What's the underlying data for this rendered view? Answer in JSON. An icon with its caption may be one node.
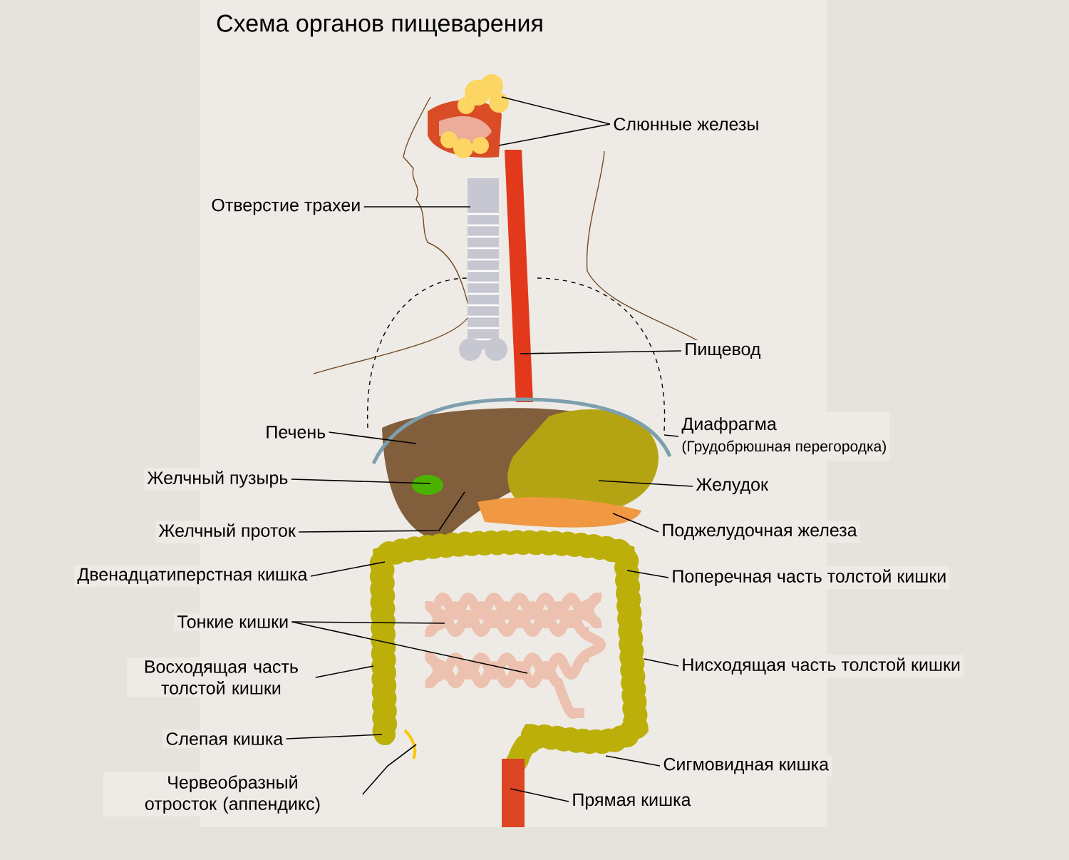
{
  "diagram": {
    "title": "Схема органов пищеварения",
    "nodes": [
      {
        "text": [
          "Слюнные железы"
        ]
      },
      {
        "text": [
          "Отверстие трахеи"
        ]
      },
      {
        "text": [
          "Пищевод"
        ]
      },
      {
        "text": [
          "Печень"
        ]
      },
      {
        "text": [
          "Диафрагма",
          "(Грудобрюшная перегородка)"
        ]
      },
      {
        "text": [
          "Желчный пузырь"
        ]
      },
      {
        "text": [
          "Желудок"
        ]
      },
      {
        "text": [
          "Желчный проток"
        ]
      },
      {
        "text": [
          "Поджелудочная железа"
        ]
      },
      {
        "text": [
          "Двенадцатиперстная кишка"
        ]
      },
      {
        "text": [
          "Поперечная часть толстой кишки"
        ]
      },
      {
        "text": [
          "Тонкие кишки"
        ]
      },
      {
        "text": [
          "Восходящая часть толстой кишки"
        ]
      },
      {
        "text": [
          "Нисходящая часть толстой кишки"
        ]
      },
      {
        "text": [
          "Слепая кишка"
        ]
      },
      {
        "text": [
          "Сигмовидная кишка"
        ]
      },
      {
        "text": [
          "Червеобразный отросток (аппендикс)"
        ]
      },
      {
        "text": [
          "Прямая кишка"
        ]
      }
    ],
    "edges": [
      {
        "from": 0,
        "to": null,
        "arrow": "none"
      },
      {
        "from": 0,
        "to": null,
        "arrow": "none"
      },
      {
        "from": 1,
        "to": null,
        "arrow": "none"
      },
      {
        "from": 2,
        "to": null,
        "arrow": "none"
      },
      {
        "from": 3,
        "to": null,
        "arrow": "none"
      },
      {
        "from": 4,
        "to": null,
        "arrow": "none"
      },
      {
        "from": 5,
        "to": null,
        "arrow": "none"
      },
      {
        "from": 6,
        "to": null,
        "arrow": "none"
      },
      {
        "from": 7,
        "to": null,
        "arrow": "none"
      },
      {
        "from": 8,
        "to": null,
        "arrow": "none"
      },
      {
        "from": 9,
        "to": null,
        "arrow": "none"
      },
      {
        "from": 10,
        "to": null,
        "arrow": "none"
      },
      {
        "from": 11,
        "to": null,
        "arrow": "none"
      },
      {
        "from": 11,
        "to": null,
        "arrow": "none"
      },
      {
        "from": 12,
        "to": null,
        "arrow": "none"
      },
      {
        "from": 13,
        "to": null,
        "arrow": "none"
      },
      {
        "from": 14,
        "to": null,
        "arrow": "none"
      },
      {
        "from": 15,
        "to": null,
        "arrow": "none"
      },
      {
        "from": 16,
        "to": null,
        "arrow": "none"
      },
      {
        "from": 17,
        "to": null,
        "arrow": "none"
      }
    ]
  }
}
